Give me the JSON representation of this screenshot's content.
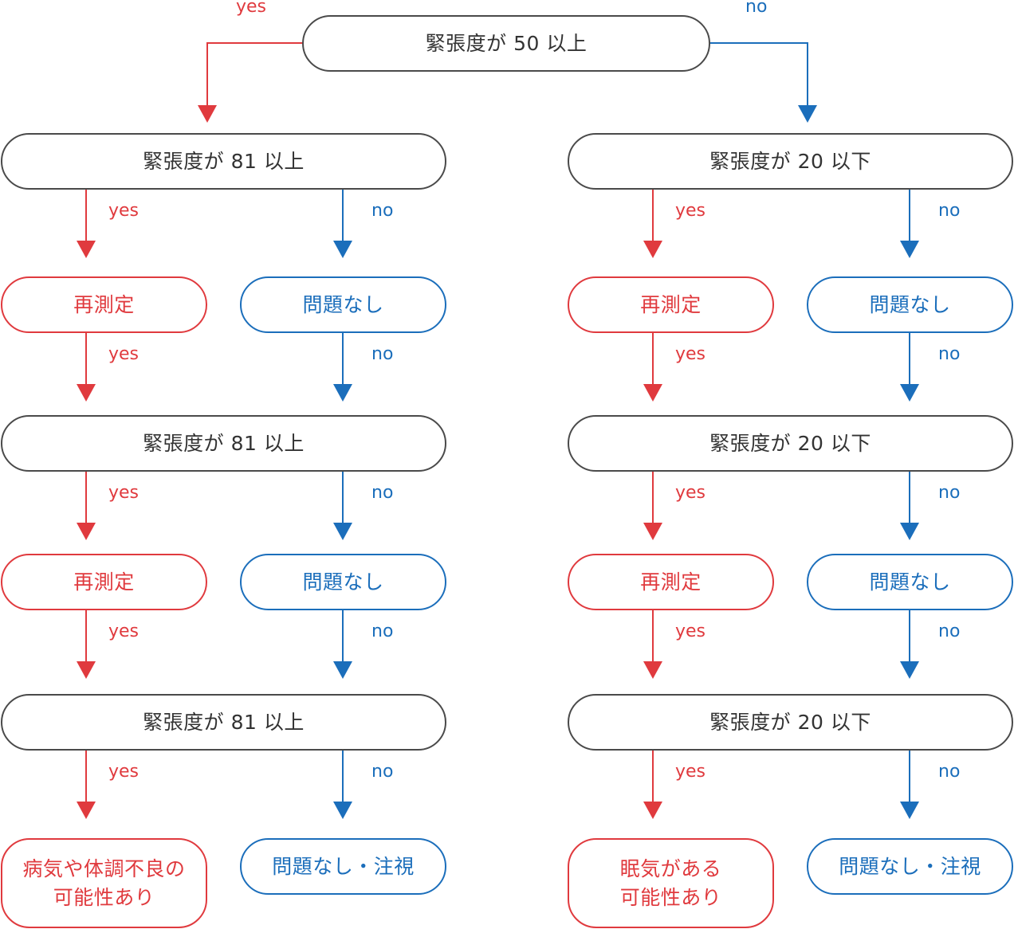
{
  "root": {
    "text": "緊張度が 50 以上"
  },
  "root_yes": "yes",
  "root_no": "no",
  "left": {
    "steps": [
      {
        "condition": "緊張度が 81 以上",
        "yes": "yes",
        "no": "no"
      },
      {
        "retest": "再測定",
        "ok": "問題なし",
        "yes": "yes",
        "no": "no"
      },
      {
        "condition": "緊張度が 81 以上",
        "yes": "yes",
        "no": "no"
      },
      {
        "retest": "再測定",
        "ok": "問題なし",
        "yes": "yes",
        "no": "no"
      },
      {
        "condition": "緊張度が 81 以上",
        "yes": "yes",
        "no": "no"
      }
    ],
    "final_yes": "病気や体調不良の\n可能性あり",
    "final_no": "問題なし・注視"
  },
  "right": {
    "steps": [
      {
        "condition": "緊張度が 20 以下",
        "yes": "yes",
        "no": "no"
      },
      {
        "retest": "再測定",
        "ok": "問題なし",
        "yes": "yes",
        "no": "no"
      },
      {
        "condition": "緊張度が 20 以下",
        "yes": "yes",
        "no": "no"
      },
      {
        "retest": "再測定",
        "ok": "問題なし",
        "yes": "yes",
        "no": "no"
      },
      {
        "condition": "緊張度が 20 以下",
        "yes": "yes",
        "no": "no"
      }
    ],
    "final_yes": "眠気がある\n可能性あり",
    "final_no": "問題なし・注視"
  },
  "colors": {
    "yes": "#e03a3e",
    "no": "#1b6ebb",
    "neutral": "#4a4a4a"
  }
}
